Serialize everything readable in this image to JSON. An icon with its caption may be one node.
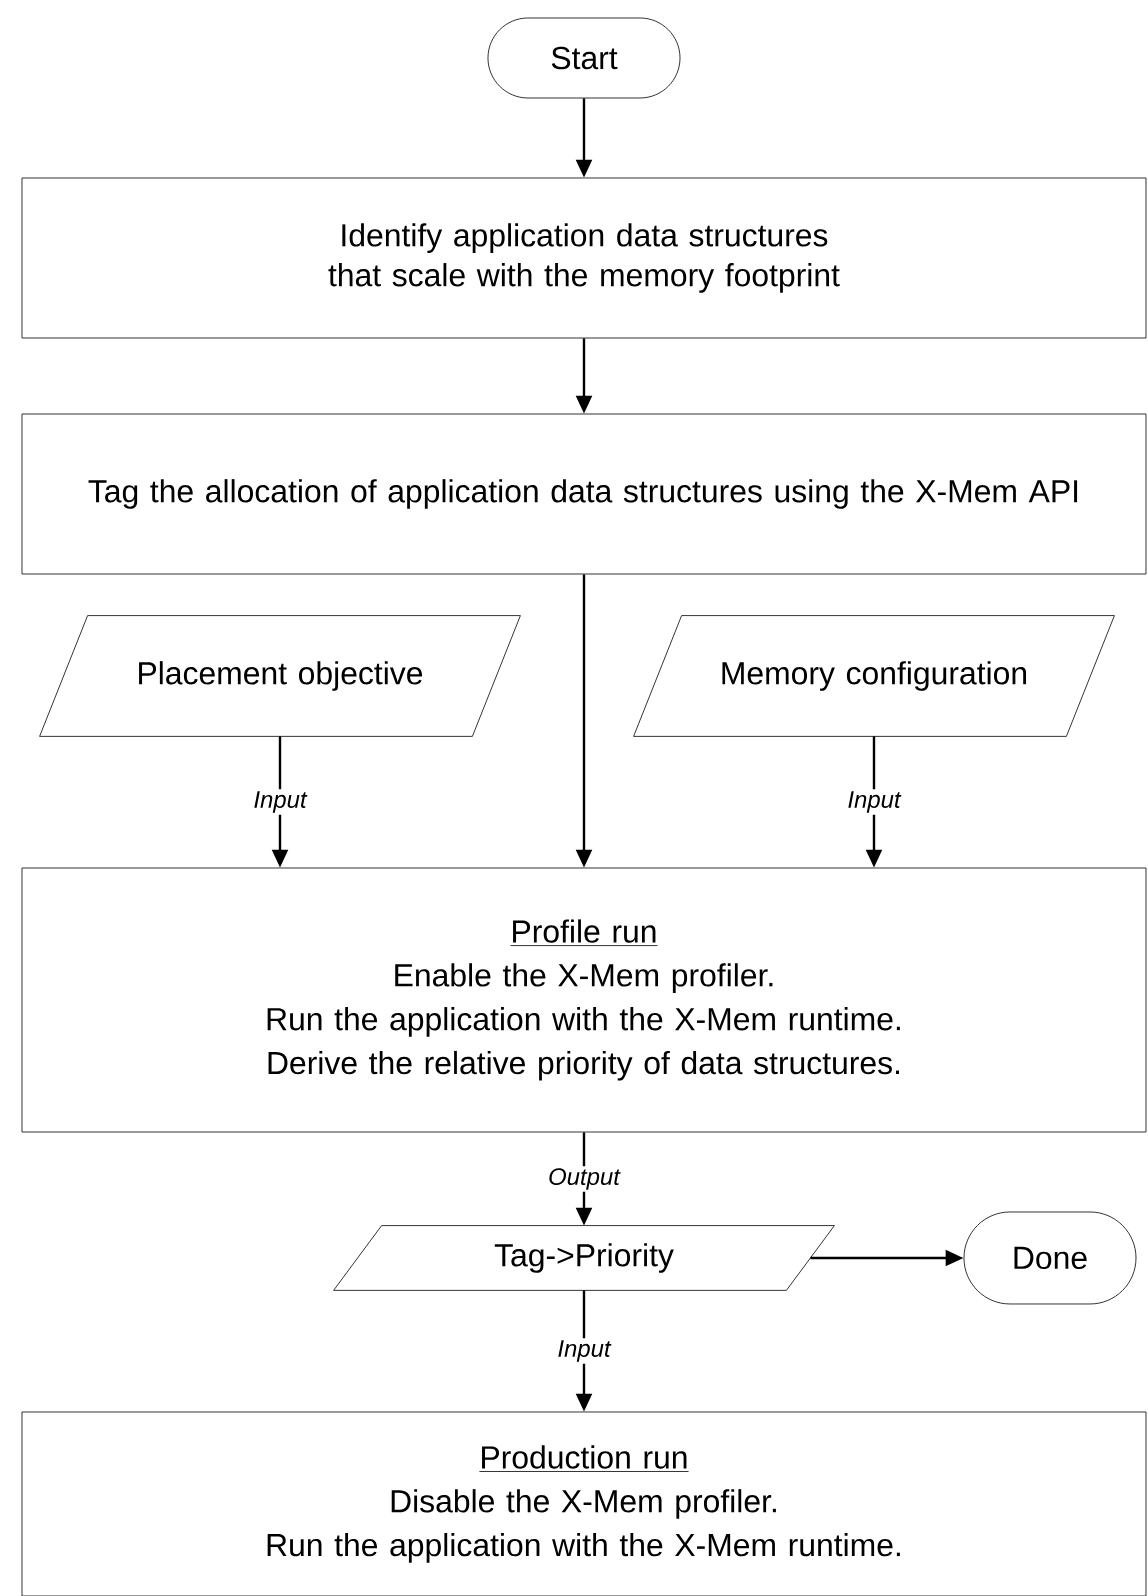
{
  "diagram": {
    "nodes": [
      {
        "text": [
          "Start"
        ]
      },
      {
        "text": [
          "Identify application data structures that scale with the memory footprint"
        ]
      },
      {
        "text": [
          "Tag the allocation of application data structures using the X-Mem API"
        ]
      },
      {
        "text": [
          "Placement objective"
        ]
      },
      {
        "text": [
          "Memory configuration"
        ]
      },
      {
        "text": [
          "Profile run",
          "Enable the X-Mem profiler.",
          "Run the application with the X-Mem runtime.",
          "Derive the relative priority of data structures."
        ]
      },
      {
        "text": [
          "Tag->Priority"
        ]
      },
      {
        "text": [
          "Done"
        ]
      },
      {
        "text": [
          "Production run",
          "Disable the X-Mem profiler.",
          "Run the application with the X-Mem runtime."
        ]
      }
    ],
    "edges": [
      {
        "from": 0,
        "to": 1,
        "arrow": "to"
      },
      {
        "from": 1,
        "to": 2,
        "arrow": "to"
      },
      {
        "from": 2,
        "to": 5,
        "arrow": "to"
      },
      {
        "from": 3,
        "to": 5,
        "arrow": "to",
        "label": "Input"
      },
      {
        "from": 4,
        "to": 5,
        "arrow": "to",
        "label": "Input"
      },
      {
        "from": 5,
        "to": 6,
        "arrow": "to",
        "label": "Output"
      },
      {
        "from": 6,
        "to": 7,
        "arrow": "to"
      },
      {
        "from": 6,
        "to": 8,
        "arrow": "to",
        "label": "Input"
      }
    ]
  }
}
